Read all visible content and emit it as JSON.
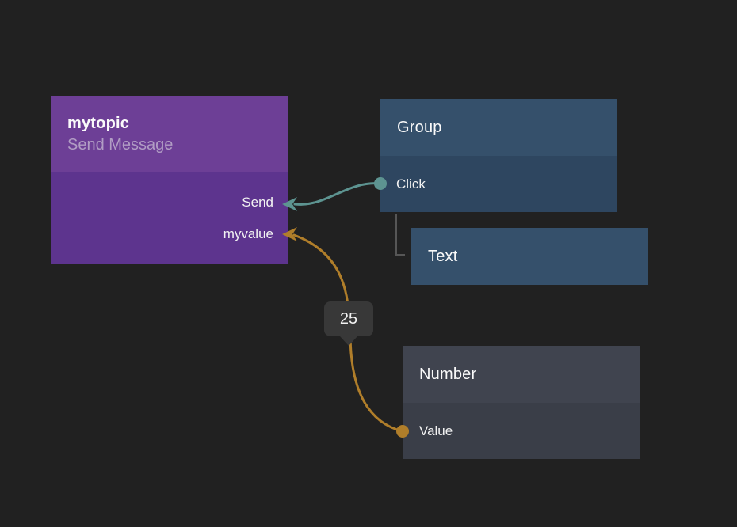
{
  "canvas": {
    "background": "#212121"
  },
  "nodes": {
    "mytopic": {
      "title": "mytopic",
      "subtitle": "Send Message",
      "header_color": "#6d3f96",
      "body_color": "#5d348e",
      "inputs": [
        {
          "label": "Send",
          "port_color": "#5d9491"
        },
        {
          "label": "myvalue",
          "port_color": "#b07e2a"
        }
      ]
    },
    "group": {
      "title": "Group",
      "header_color": "#35506b",
      "body_color": "#2e4660",
      "outputs": [
        {
          "label": "Click",
          "port_color": "#5d9491"
        }
      ]
    },
    "text": {
      "title": "Text",
      "color": "#35506b"
    },
    "number": {
      "title": "Number",
      "header_color": "#40444f",
      "body_color": "#3a3e48",
      "outputs": [
        {
          "label": "Value",
          "port_color": "#b07e2a"
        }
      ]
    }
  },
  "connections": [
    {
      "name": "group-click-to-mytopic-send",
      "color": "#5d9491"
    },
    {
      "name": "number-value-to-mytopic-myvalue",
      "color": "#b07e2a",
      "value_label": "25",
      "badge_color": "#383838"
    }
  ],
  "hierarchy_link": {
    "color": "#565656"
  }
}
